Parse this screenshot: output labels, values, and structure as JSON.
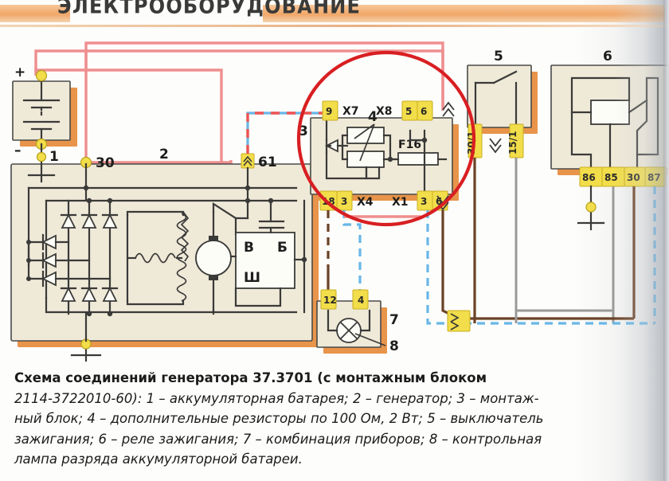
{
  "header": {
    "title": "ЭЛЕКТРООБОРУДОВАНИЕ"
  },
  "caption": {
    "line1": "Схема соединений генератора 37.3701 (с монтажным блоком",
    "line2": "2114-3722010-60): 1 – аккумуляторная батарея; 2 – генератор; 3 – монтаж-",
    "line3": "ный блок; 4 – дополнительные резисторы по 100 Ом, 2 Вт; 5 – выключатель",
    "line4": "зажигания; 6 – реле зажигания; 7 – комбинация приборов; 8 – контрольная",
    "line5": "лампа разряда аккумуляторной батареи."
  },
  "diagram": {
    "component_numbers": {
      "battery": "1",
      "generator": "2",
      "mounting_block": "3",
      "resistors": "4",
      "ignition_switch": "5",
      "ignition_relay": "6",
      "instrument_cluster": "7",
      "warning_lamp": "8"
    },
    "battery": {
      "plus": "+",
      "minus": "–"
    },
    "generator": {
      "terminal_30": "30",
      "terminal_61": "61",
      "regulator_v": "В",
      "regulator_b": "Б",
      "regulator_sh": "Ш"
    },
    "mounting_block": {
      "connector_x7": "X7",
      "connector_x8": "X8",
      "connector_x4": "X4",
      "connector_x1": "X1",
      "pin_x7_9": "9",
      "pin_x8_5": "5",
      "pin_x8_6": "6",
      "pin_x4_18": "18",
      "pin_x4_3": "3",
      "pin_x1_3": "3",
      "pin_x1_6": "6",
      "fuse": "F16"
    },
    "ignition_switch": {
      "terminal_30_1": "30/1",
      "terminal_15_1": "15/1"
    },
    "ignition_relay": {
      "pin_86": "86",
      "pin_85": "85",
      "pin_30": "30",
      "pin_87": "87"
    },
    "instrument_cluster": {
      "pin_12": "12",
      "pin_4": "4"
    },
    "colors": {
      "wire_pink": "#ef8e8e",
      "wire_brown": "#6b4226",
      "wire_blue": "#68b6e8",
      "wire_grey": "#8d8d8d",
      "terminal_yellow": "#f2dd4a",
      "annotation_red": "#d81f22",
      "block_fill": "#efe9d8",
      "block_shadow": "#e8944a"
    }
  }
}
